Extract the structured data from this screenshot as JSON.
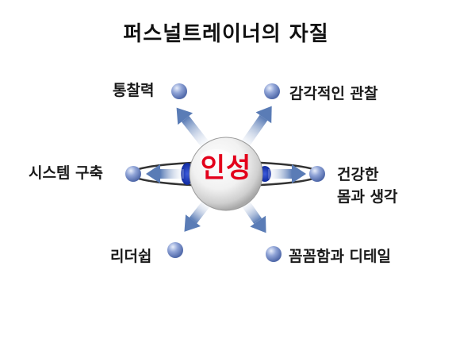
{
  "title": "퍼스널트레이너의 자질",
  "center": {
    "label": "인성"
  },
  "qualities": [
    {
      "label": "통찰력"
    },
    {
      "label": "감각적인 관찰"
    },
    {
      "label": "시스템 구축"
    },
    {
      "label_line1": "건강한",
      "label_line2": "몸과 생각"
    },
    {
      "label": "리더쉽"
    },
    {
      "label": "꼼꼼함과 디테일"
    }
  ],
  "colors": {
    "center_text": "#e3001b",
    "node_blue": "#6d86c4",
    "arrow_blue": "#5a7cb6",
    "ellipse_accent": "#1f3fbf"
  }
}
